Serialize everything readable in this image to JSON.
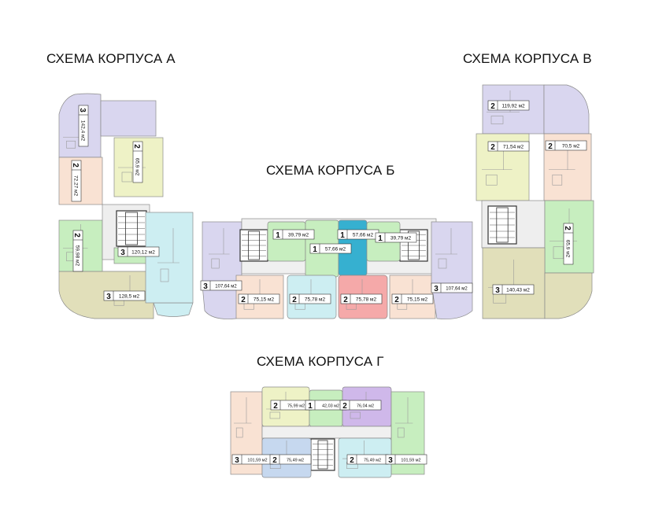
{
  "titles": {
    "a": "СХЕМА КОРПУСА А",
    "b": "СХЕМА КОРПУСА Б",
    "v": "СХЕМА КОРПУСА В",
    "g": "СХЕМА КОРПУСА Г"
  },
  "colors": {
    "lavender": "#d9d6ef",
    "peach": "#f9e2d3",
    "yellow": "#eef2c6",
    "green": "#c7eebf",
    "olive": "#e1dfba",
    "cyan": "#cdeef2",
    "blue": "#36b0d0",
    "pink": "#f5a9a9",
    "sky": "#c6d8ef",
    "violet": "#cfb8ea"
  },
  "apartments": {
    "a": [
      {
        "rooms": "3",
        "area": "142,4 м2",
        "vertical": true
      },
      {
        "rooms": "2",
        "area": "65,9 м2",
        "vertical": true
      },
      {
        "rooms": "2",
        "area": "72,27 м2",
        "vertical": true
      },
      {
        "rooms": "2",
        "area": "59,98 м2",
        "vertical": true
      },
      {
        "rooms": "3",
        "area": "120,12 м2",
        "vertical": false
      },
      {
        "rooms": "3",
        "area": "128,5 м2",
        "vertical": false
      }
    ],
    "b": [
      {
        "rooms": "1",
        "area": "39,79 м2"
      },
      {
        "rooms": "1",
        "area": "57,66 м2"
      },
      {
        "rooms": "1",
        "area": "57,66 м2"
      },
      {
        "rooms": "1",
        "area": "39,79 м2"
      },
      {
        "rooms": "3",
        "area": "107,64 м2"
      },
      {
        "rooms": "2",
        "area": "75,15 м2"
      },
      {
        "rooms": "2",
        "area": "75,78 м2"
      },
      {
        "rooms": "2",
        "area": "75,78 м2"
      },
      {
        "rooms": "2",
        "area": "75,15 м2"
      },
      {
        "rooms": "3",
        "area": "107,64 м2"
      }
    ],
    "v": [
      {
        "rooms": "2",
        "area": "119,92 м2",
        "vertical": false
      },
      {
        "rooms": "2",
        "area": "71,54 м2",
        "vertical": false
      },
      {
        "rooms": "2",
        "area": "70,5 м2",
        "vertical": false
      },
      {
        "rooms": "2",
        "area": "65,9 м2",
        "vertical": true
      },
      {
        "rooms": "3",
        "area": "140,43 м2",
        "vertical": false
      }
    ],
    "g": [
      {
        "rooms": "2",
        "area": "75,99 м2"
      },
      {
        "rooms": "1",
        "area": "42,03 м2"
      },
      {
        "rooms": "2",
        "area": "76,04 м2"
      },
      {
        "rooms": "3",
        "area": "101,59 м2"
      },
      {
        "rooms": "2",
        "area": "75,49 м2"
      },
      {
        "rooms": "2",
        "area": "75,49 м2"
      },
      {
        "rooms": "3",
        "area": "101,59 м2"
      }
    ]
  }
}
